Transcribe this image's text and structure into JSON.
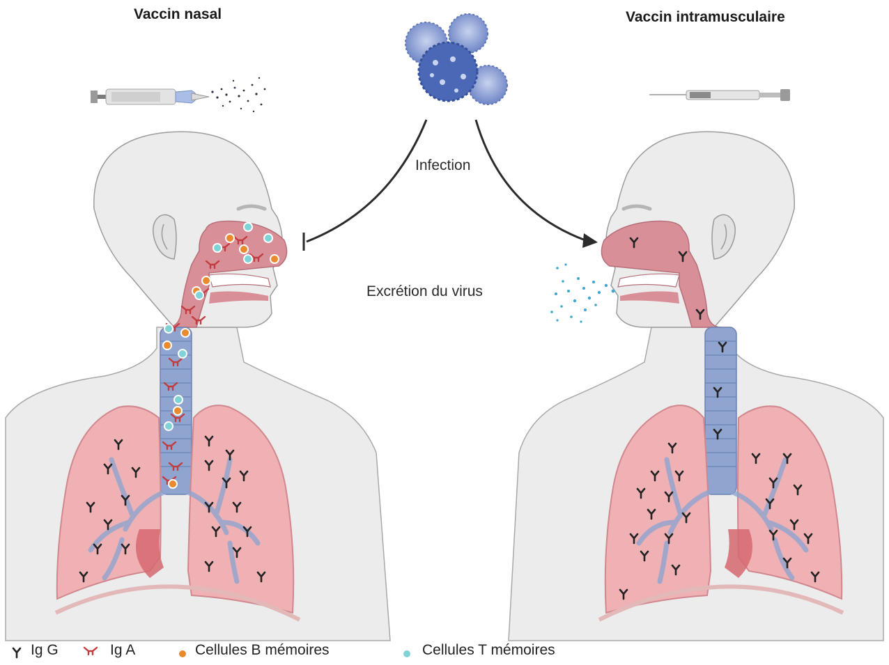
{
  "titles": {
    "left": "Vaccin nasal",
    "right": "Vaccin intramusculaire"
  },
  "captions": {
    "infection": "Infection",
    "shedding": "Excrétion du virus"
  },
  "legend": {
    "igg": "Ig G",
    "iga": "Ig A",
    "b_cells": "Cellules B mémoires",
    "t_cells": "Cellules T mémoires"
  },
  "colors": {
    "skin": "#ececec",
    "skin_outline": "#9b9b9b",
    "airway_pink": "#d98f97",
    "lung_pink": "#efb1b4",
    "trachea_blue": "#8fa4cf",
    "iga_red": "#c23b3f",
    "igg_dark": "#222222",
    "b_cell_orange": "#ea8a2e",
    "t_cell_cyan": "#7fd3d6",
    "virus_blue": "#3a5eb0",
    "droplet_blue": "#3ea6cf"
  }
}
